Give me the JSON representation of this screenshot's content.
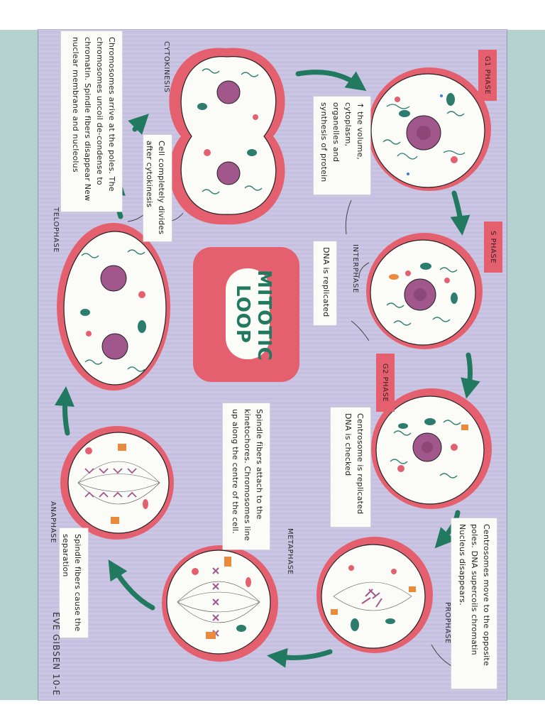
{
  "title": {
    "line1": "MITOTIC",
    "line2": "LOOP"
  },
  "phase_tags": {
    "g1": "G1 PHASE",
    "s": "S PHASE",
    "g2": "G2 PHASE"
  },
  "phase_labels": {
    "interphase": "INTERPHASE",
    "cytokinesis": "CYTOKINESIS",
    "telophase": "TELOPHASE",
    "anaphase": "ANAPHASE",
    "metaphase": "METAPHASE",
    "prophase": "PROPHASE"
  },
  "notes": {
    "g1": "↑ the volume, cytoplasm, organelles and synthesis of protein",
    "s": "DNA is replicated",
    "g2": "Centrosome is replicated DNA is checked",
    "prophase": "Centrosomes move to the opposite poles. DNA supercoils chromatin Nucleus disappears.",
    "metaphase": "Spindle fibers attach to the kinetochores. Chromosomes line up along the centre of the cell.",
    "anaphase": "Spindle fibers cause the separation",
    "telophase": "Chromosomes arrive at the poles. The chromosomes uncoil de-condense to chromatin. Spindle fibers disappear New nuclear membrane and nucleolus",
    "cytokinesis": "Cell completely divides after cytokinesis"
  },
  "signature": "EVE GIBSEN 10-E",
  "colors": {
    "poster": "#c9c4e3",
    "pink": "#e5606f",
    "arrow": "#21795f",
    "nucleus": "#a2578c",
    "chromatin": "#2c7d6e"
  }
}
